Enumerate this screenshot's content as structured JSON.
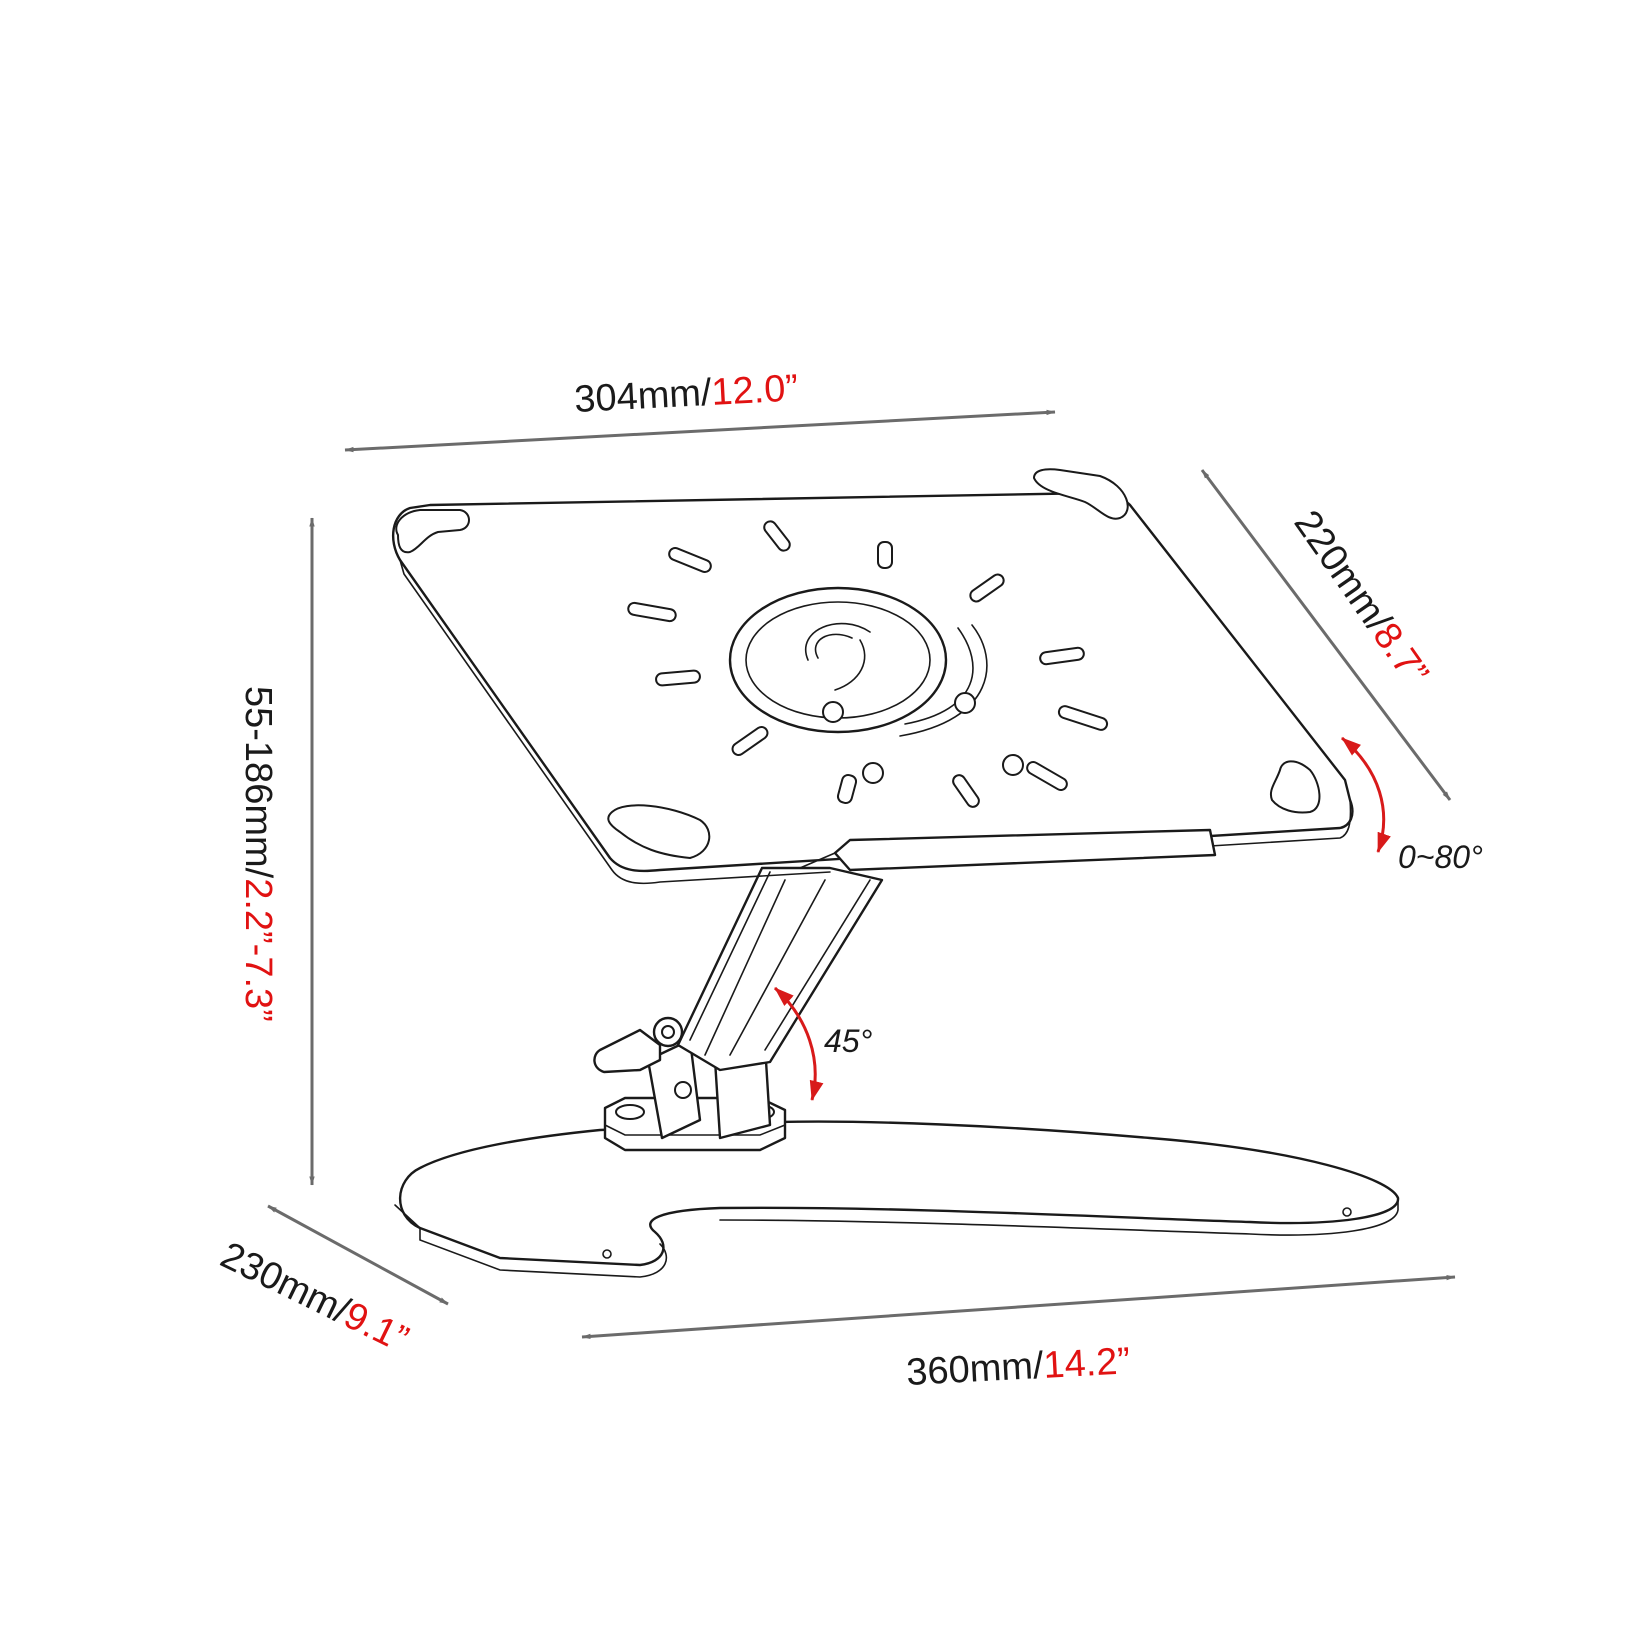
{
  "colors": {
    "dimension_line": "#6b6b6b",
    "imperial_text": "#e11212",
    "metric_text": "#1a1a1a",
    "angle_arrow": "#d81a1a",
    "outline": "#1a1a1a"
  },
  "dimensions": {
    "platform_width": {
      "metric": "304mm/",
      "imperial": "12.0”"
    },
    "platform_depth": {
      "metric": "220mm/",
      "imperial": "8.7”"
    },
    "height_range": {
      "metric": "55-186mm/",
      "imperial": "2.2”-7.3”"
    },
    "base_depth": {
      "metric": "230mm/",
      "imperial": "9.1”"
    },
    "base_width": {
      "metric": "360mm/",
      "imperial": "14.2”"
    }
  },
  "angles": {
    "platform_tilt": "0~80°",
    "arm_tilt": "45°"
  }
}
